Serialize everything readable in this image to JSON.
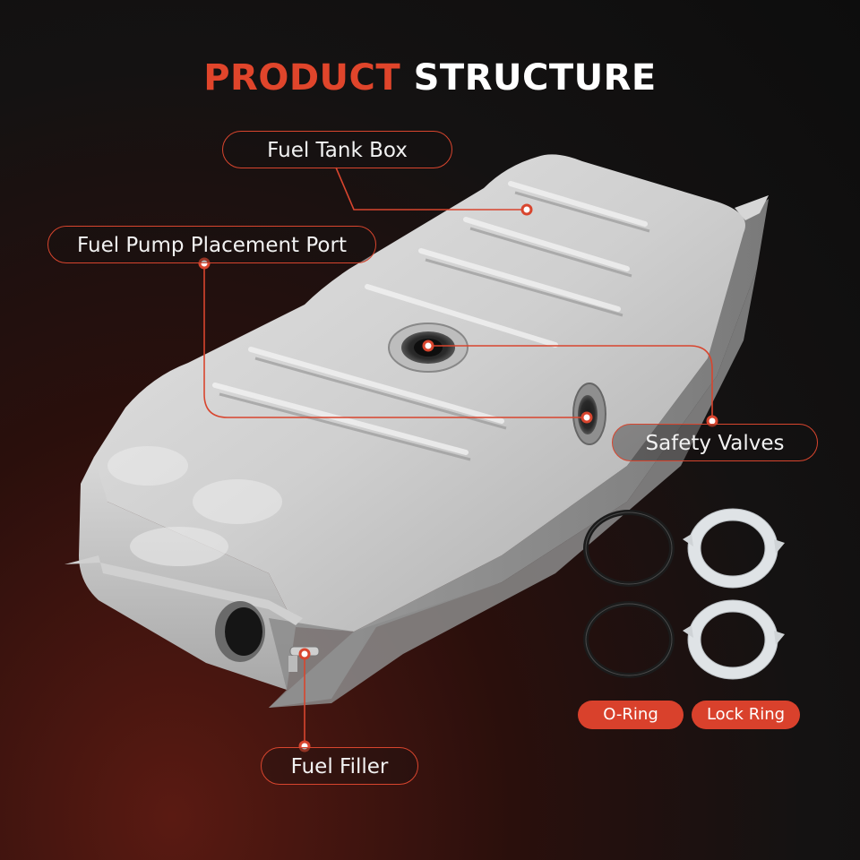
{
  "title": {
    "accent": "PRODUCT",
    "rest": "STRUCTURE"
  },
  "callouts": {
    "fuel_tank_box": "Fuel Tank Box",
    "fuel_pump_port": "Fuel Pump Placement Port",
    "safety_valves": "Safety Valves",
    "fuel_filler": "Fuel Filler"
  },
  "parts": {
    "o_ring": "O-Ring",
    "lock_ring": "Lock Ring"
  },
  "colors": {
    "accent": "#e0452b",
    "background": "#121212",
    "tank_silver": "#c9c9c9"
  }
}
